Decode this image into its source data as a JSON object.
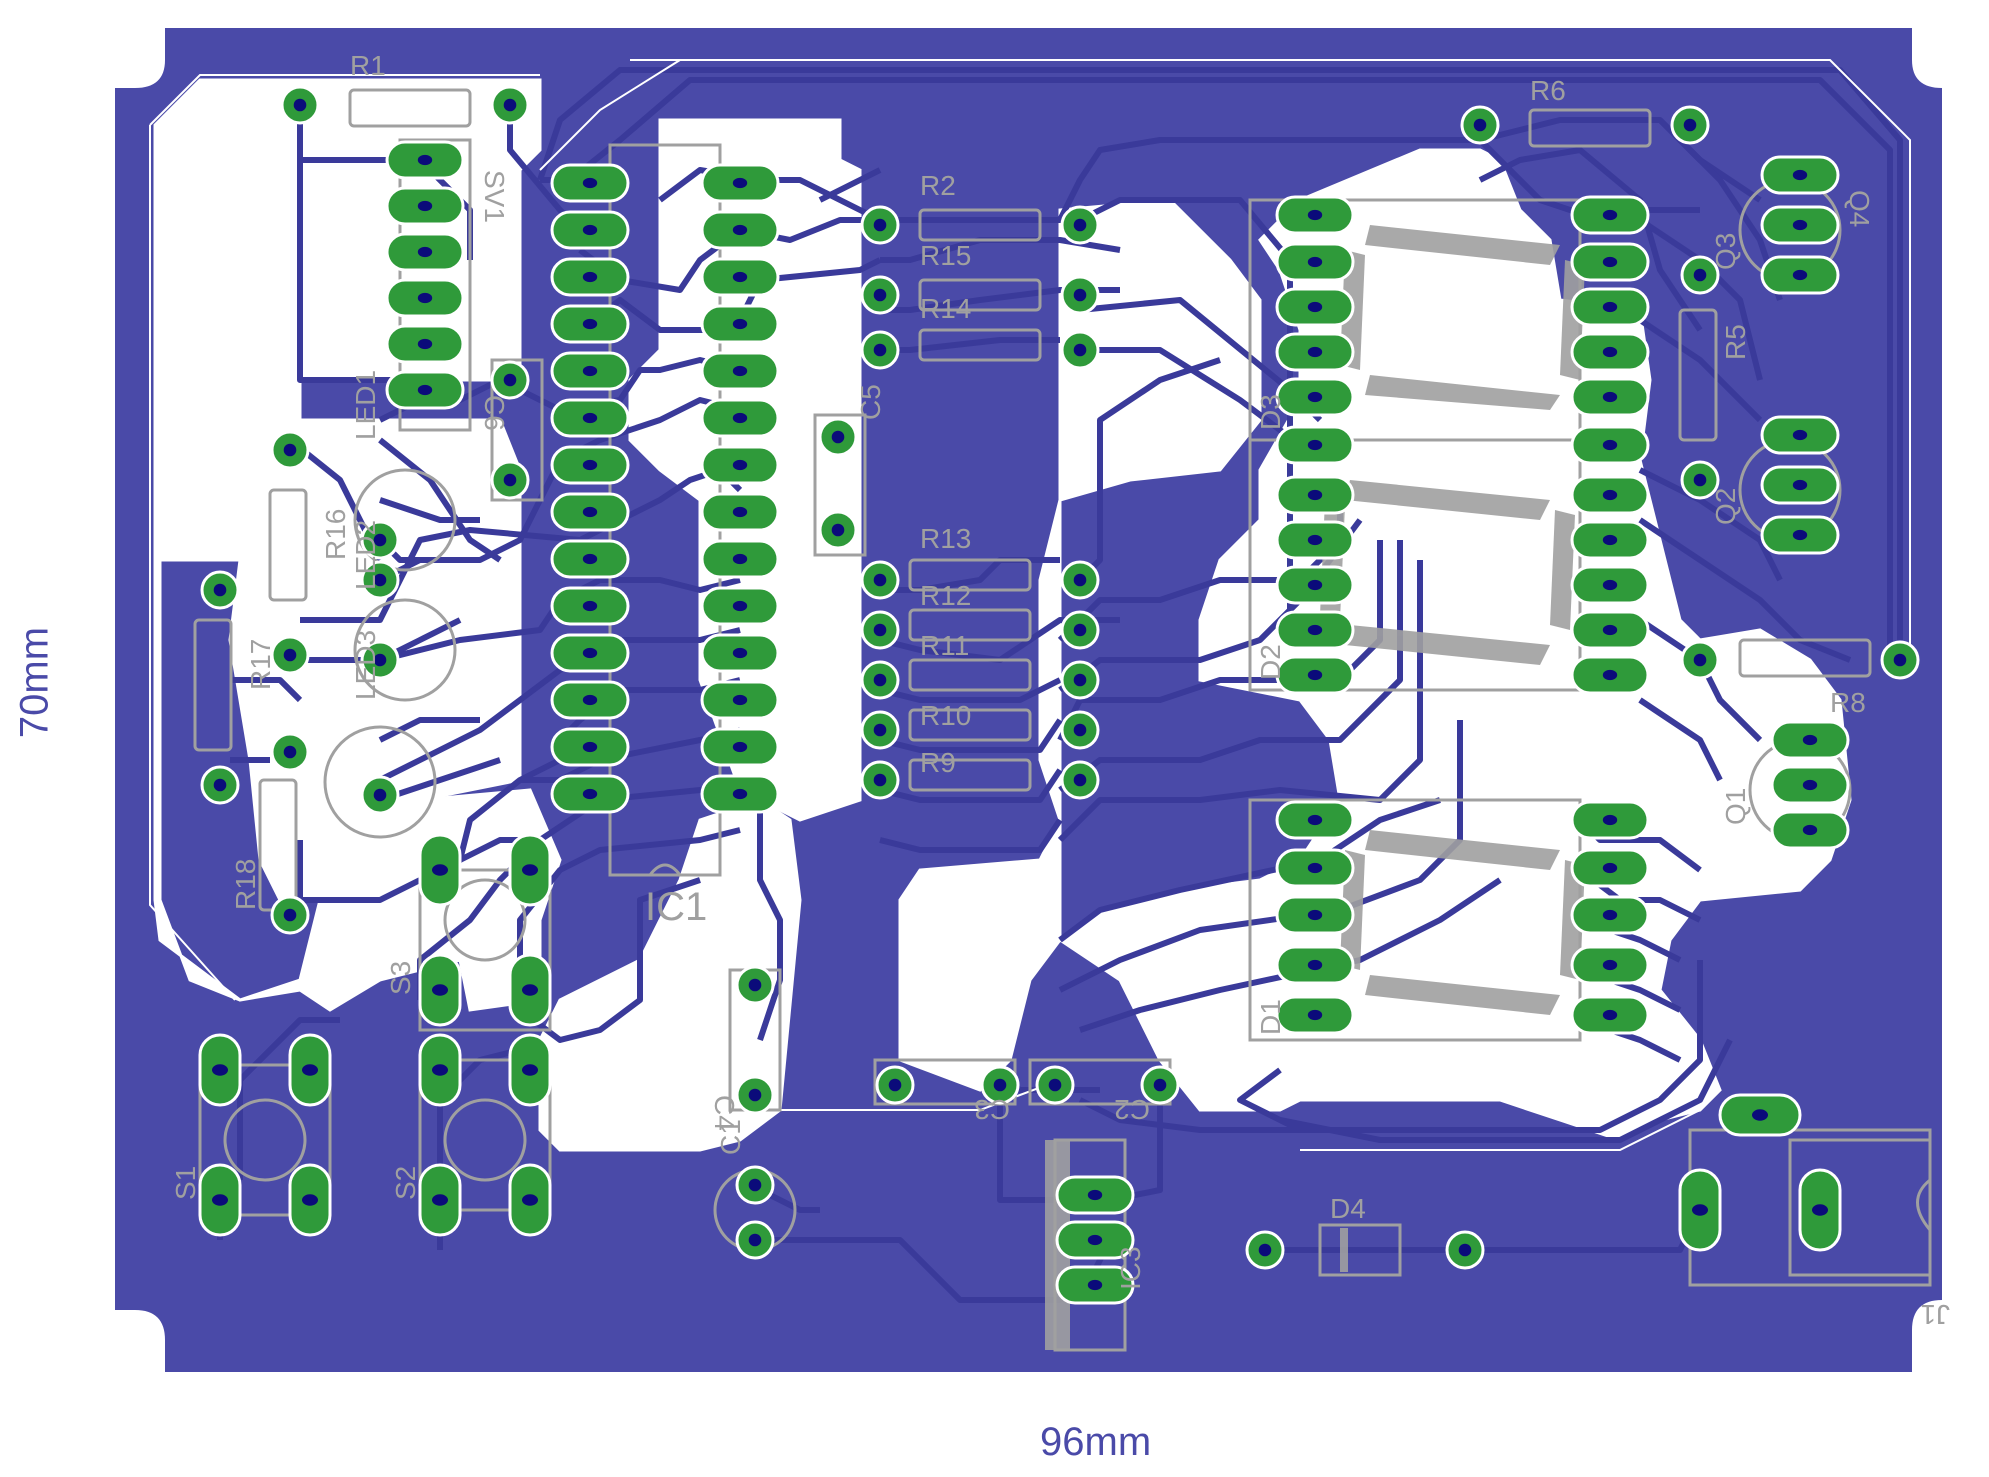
{
  "board": {
    "width_label": "96mm",
    "height_label": "70mm",
    "colors": {
      "copper": "#4a4aa8",
      "pad": "#2f9a3a",
      "drill": "#0b0b7a",
      "silk": "#a0a0a0",
      "background": "#ffffff"
    }
  },
  "components": {
    "R1": "R1",
    "R2": "R2",
    "R5": "R5",
    "R6": "R6",
    "R8": "R8",
    "R9": "R9",
    "R10": "R10",
    "R11": "R11",
    "R12": "R12",
    "R13": "R13",
    "R14": "R14",
    "R15": "R15",
    "R16": "R16",
    "R17": "R17",
    "R18": "R18",
    "IC1": "IC1",
    "IC3": "IC3",
    "C1": "C1",
    "C2": "C2",
    "C3": "C3",
    "C4": "C4",
    "C5": "C5",
    "C6": "C6",
    "D1": "D1",
    "D2": "D2",
    "D3": "D3",
    "D4": "D4",
    "Q1": "Q1",
    "Q2": "Q2",
    "Q3": "Q3",
    "Q4": "Q4",
    "S1": "S1",
    "S2": "S2",
    "S3": "S3",
    "LED1": "LED1",
    "LED2": "LED2",
    "LED3": "LED3",
    "SV1": "SV1",
    "J1": "J1"
  }
}
